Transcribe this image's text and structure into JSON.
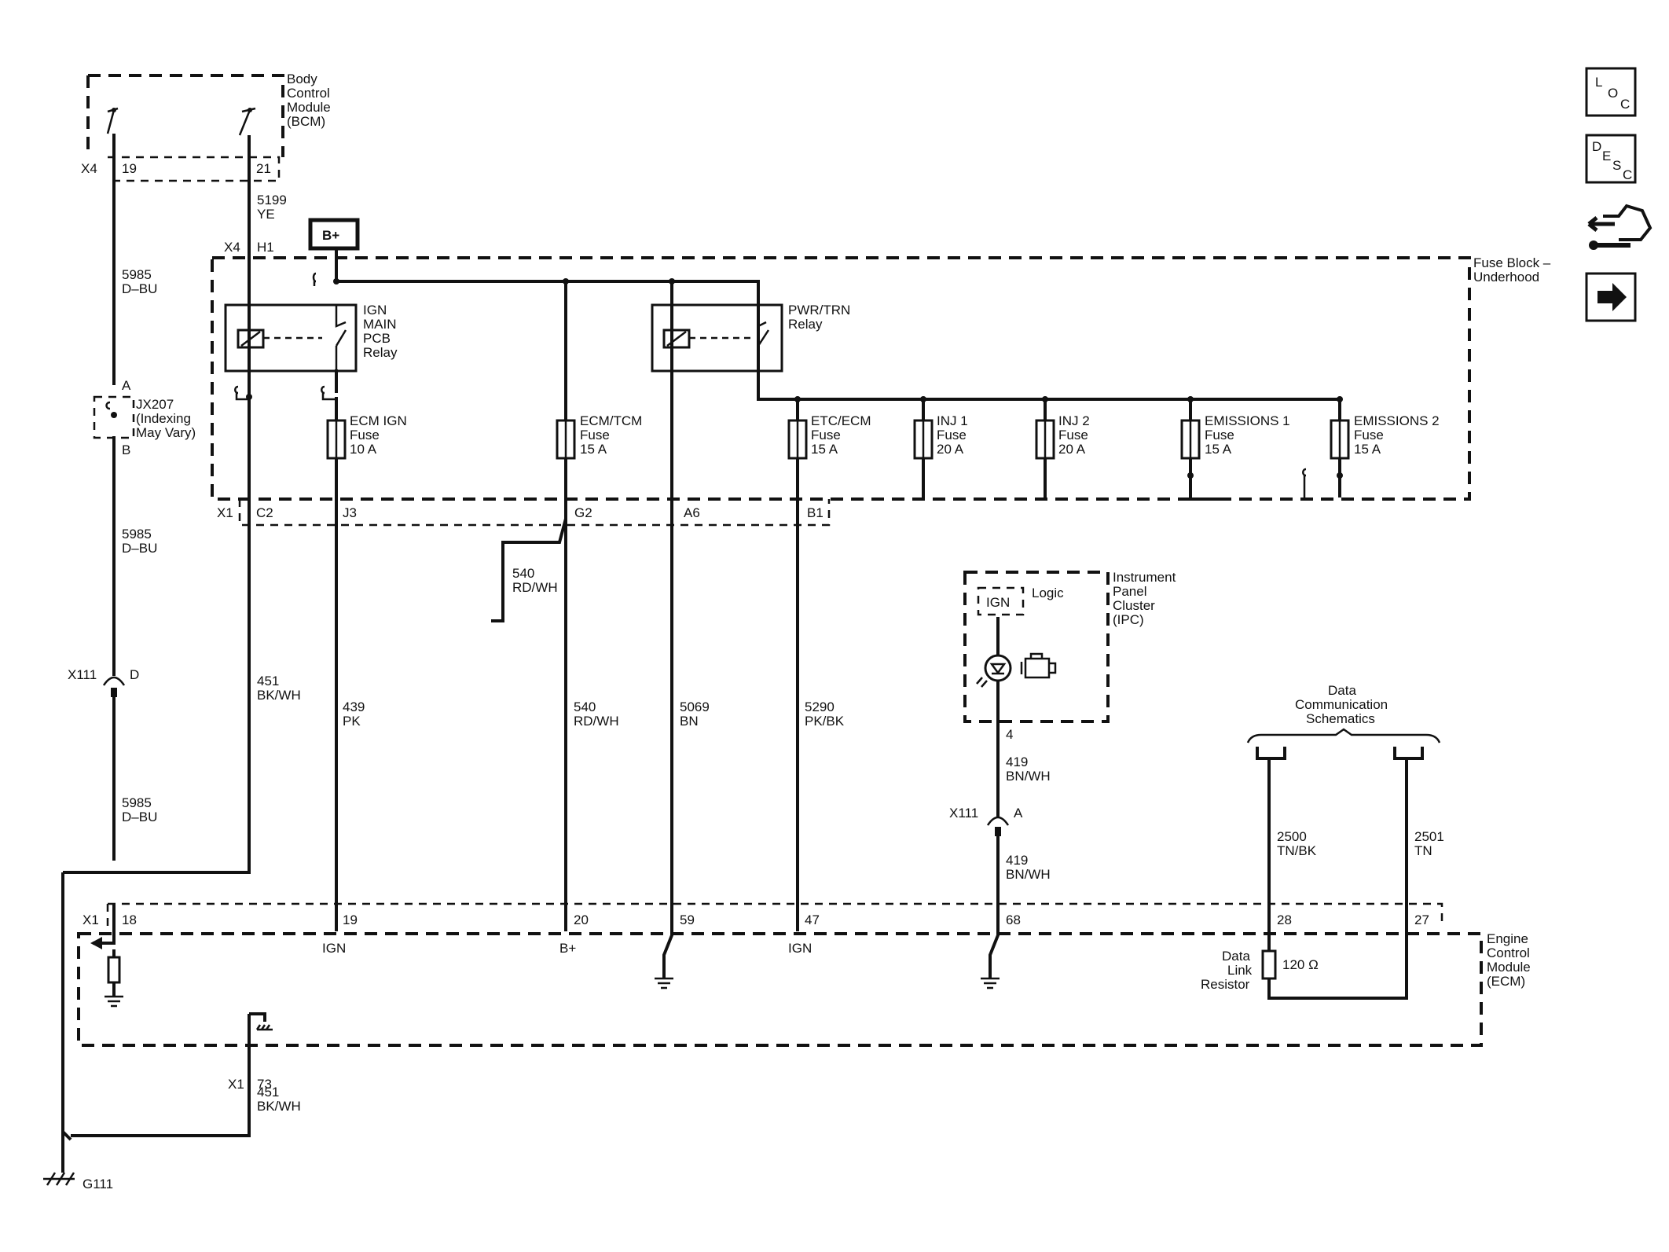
{
  "modules": {
    "bcm": [
      "Body",
      "Control",
      "Module",
      "(BCM)"
    ],
    "fuse_block": [
      "Fuse Block –",
      "Underhood"
    ],
    "ipc": [
      "Instrument",
      "Panel",
      "Cluster",
      "(IPC)"
    ],
    "ecm": [
      "Engine",
      "Control",
      "Module",
      "(ECM)"
    ],
    "ipc_logic": "Logic",
    "ipc_ign": "IGN",
    "data_comm": [
      "Data",
      "Communication",
      "Schematics"
    ],
    "jx207": [
      "JX207",
      "(Indexing",
      "May Vary)"
    ],
    "ground": "G111",
    "bplus": "B+"
  },
  "relays": {
    "ign_main": [
      "IGN",
      "MAIN",
      "PCB",
      "Relay"
    ],
    "pwr_trn": [
      "PWR/TRN",
      "Relay"
    ]
  },
  "fuses": [
    {
      "name": "ECM IGN",
      "kind": "Fuse",
      "rating": "10 A"
    },
    {
      "name": "ECM/TCM",
      "kind": "Fuse",
      "rating": "15 A"
    },
    {
      "name": "ETC/ECM",
      "kind": "Fuse",
      "rating": "15 A"
    },
    {
      "name": "INJ 1",
      "kind": "Fuse",
      "rating": "20 A"
    },
    {
      "name": "INJ 2",
      "kind": "Fuse",
      "rating": "20 A"
    },
    {
      "name": "EMISSIONS 1",
      "kind": "Fuse",
      "rating": "15 A"
    },
    {
      "name": "EMISSIONS 2",
      "kind": "Fuse",
      "rating": "15 A"
    }
  ],
  "connectors": {
    "x4": "X4",
    "x4_pin19": "19",
    "x4_pin21": "21",
    "x4_h": "X4",
    "x4_h1": "H1",
    "x1_fuse": "X1",
    "c2": "C2",
    "j3": "J3",
    "g2": "G2",
    "a6": "A6",
    "b1": "B1",
    "x1_ecm": "X1",
    "p18": "18",
    "p19": "19",
    "p20": "20",
    "p59": "59",
    "p47": "47",
    "p68": "68",
    "p28": "28",
    "p27": "27",
    "x1_73": "X1",
    "p73": "73",
    "x111": "X111",
    "x111_d": "D",
    "x111_ipc": "X111",
    "x111_a": "A",
    "ipc_pin4": "4",
    "jx_a": "A",
    "jx_b": "B"
  },
  "circuits": {
    "c5199": [
      "5199",
      "YE"
    ],
    "c5985_a": [
      "5985",
      "D–BU"
    ],
    "c5985_b": [
      "5985",
      "D–BU"
    ],
    "c5985_c": [
      "5985",
      "D–BU"
    ],
    "c540_stub": [
      "540",
      "RD/WH"
    ],
    "c451": [
      "451",
      "BK/WH"
    ],
    "c439": [
      "439",
      "PK"
    ],
    "c540": [
      "540",
      "RD/WH"
    ],
    "c5069": [
      "5069",
      "BN"
    ],
    "c5290": [
      "5290",
      "PK/BK"
    ],
    "c419_a": [
      "419",
      "BN/WH"
    ],
    "c419_b": [
      "419",
      "BN/WH"
    ],
    "c2500": [
      "2500",
      "TN/BK"
    ],
    "c2501": [
      "2501",
      "TN"
    ],
    "c451_b": [
      "451",
      "BK/WH"
    ]
  },
  "ecm_labels": {
    "ign1": "IGN",
    "bplus": "B+",
    "ign2": "IGN",
    "resistor": [
      "Data",
      "Link",
      "Resistor"
    ],
    "resistor_value": "120 Ω"
  },
  "nav": {
    "loc": [
      "L",
      "O",
      "C"
    ],
    "desc": [
      "D",
      "E",
      "S",
      "C"
    ],
    "icons": [
      "connector-icon",
      "next-arrow-icon"
    ]
  }
}
